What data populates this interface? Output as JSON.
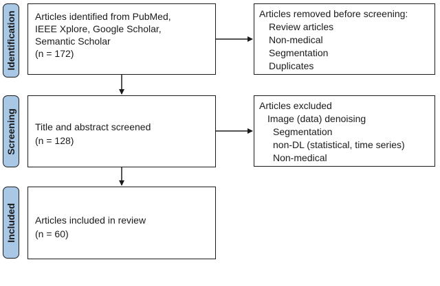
{
  "stages": {
    "identification": "Identification",
    "screening": "Screening",
    "included": "Included"
  },
  "identified": {
    "lines": [
      "Articles identified from PubMed,",
      "IEEE Xplore, Google Scholar,",
      "Semantic Scholar",
      "(n = 172)"
    ]
  },
  "removed": {
    "title": "Articles removed before screening:",
    "items": [
      "Review articles",
      "Non-medical",
      "Segmentation",
      "Duplicates"
    ]
  },
  "screened": {
    "lines": [
      "Title and abstract screened",
      "(n = 128)"
    ]
  },
  "excluded": {
    "title": "Articles excluded",
    "items": [
      "Image (data) denoising",
      "Segmentation",
      "non-DL (statistical, time series)",
      "Non-medical"
    ]
  },
  "included_box": {
    "lines": [
      "Articles included in review",
      "(n = 60)"
    ]
  }
}
